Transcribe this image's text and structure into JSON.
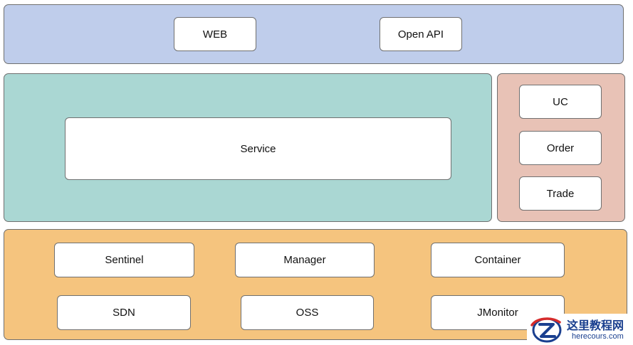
{
  "colors": {
    "client_layer": "#bfcdeb",
    "service_layer": "#aad7d3",
    "business_layer": "#e8c2b6",
    "infra_layer": "#f5c47e",
    "watermark": "#1a3f8f",
    "watermark_accent": "#d62b2b"
  },
  "client_layer": {
    "items": [
      {
        "label": "WEB"
      },
      {
        "label": "Open API"
      }
    ]
  },
  "service_layer": {
    "label": "Service"
  },
  "business_layer": {
    "items": [
      {
        "label": "UC"
      },
      {
        "label": "Order"
      },
      {
        "label": "Trade"
      }
    ]
  },
  "infra_layer": {
    "items": [
      {
        "label": "Sentinel"
      },
      {
        "label": "Manager"
      },
      {
        "label": "Container"
      },
      {
        "label": "SDN"
      },
      {
        "label": "OSS"
      },
      {
        "label": "JMonitor"
      }
    ]
  },
  "watermark": {
    "logo_icon": "z-logo-icon",
    "text": "这里教程网",
    "url": "herecours.com"
  }
}
